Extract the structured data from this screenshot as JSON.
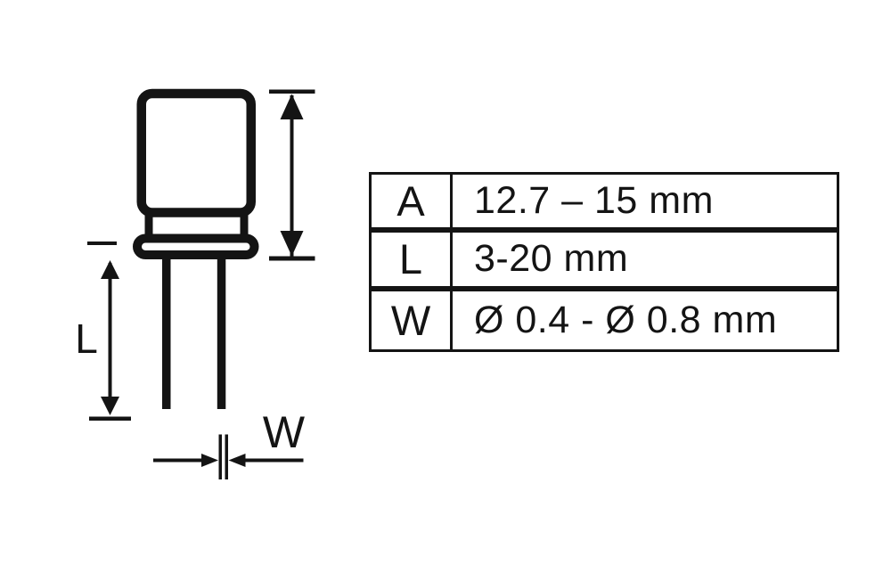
{
  "colors": {
    "ink": "#141414",
    "background": "#ffffff"
  },
  "diagram": {
    "lead_length_label": "L",
    "lead_width_label": "W"
  },
  "table": {
    "rows": [
      {
        "param": "A",
        "value": "12.7 – 15 mm"
      },
      {
        "param": "L",
        "value": "3-20 mm"
      },
      {
        "param": "W",
        "value": "Ø 0.4 - Ø 0.8 mm"
      }
    ]
  }
}
